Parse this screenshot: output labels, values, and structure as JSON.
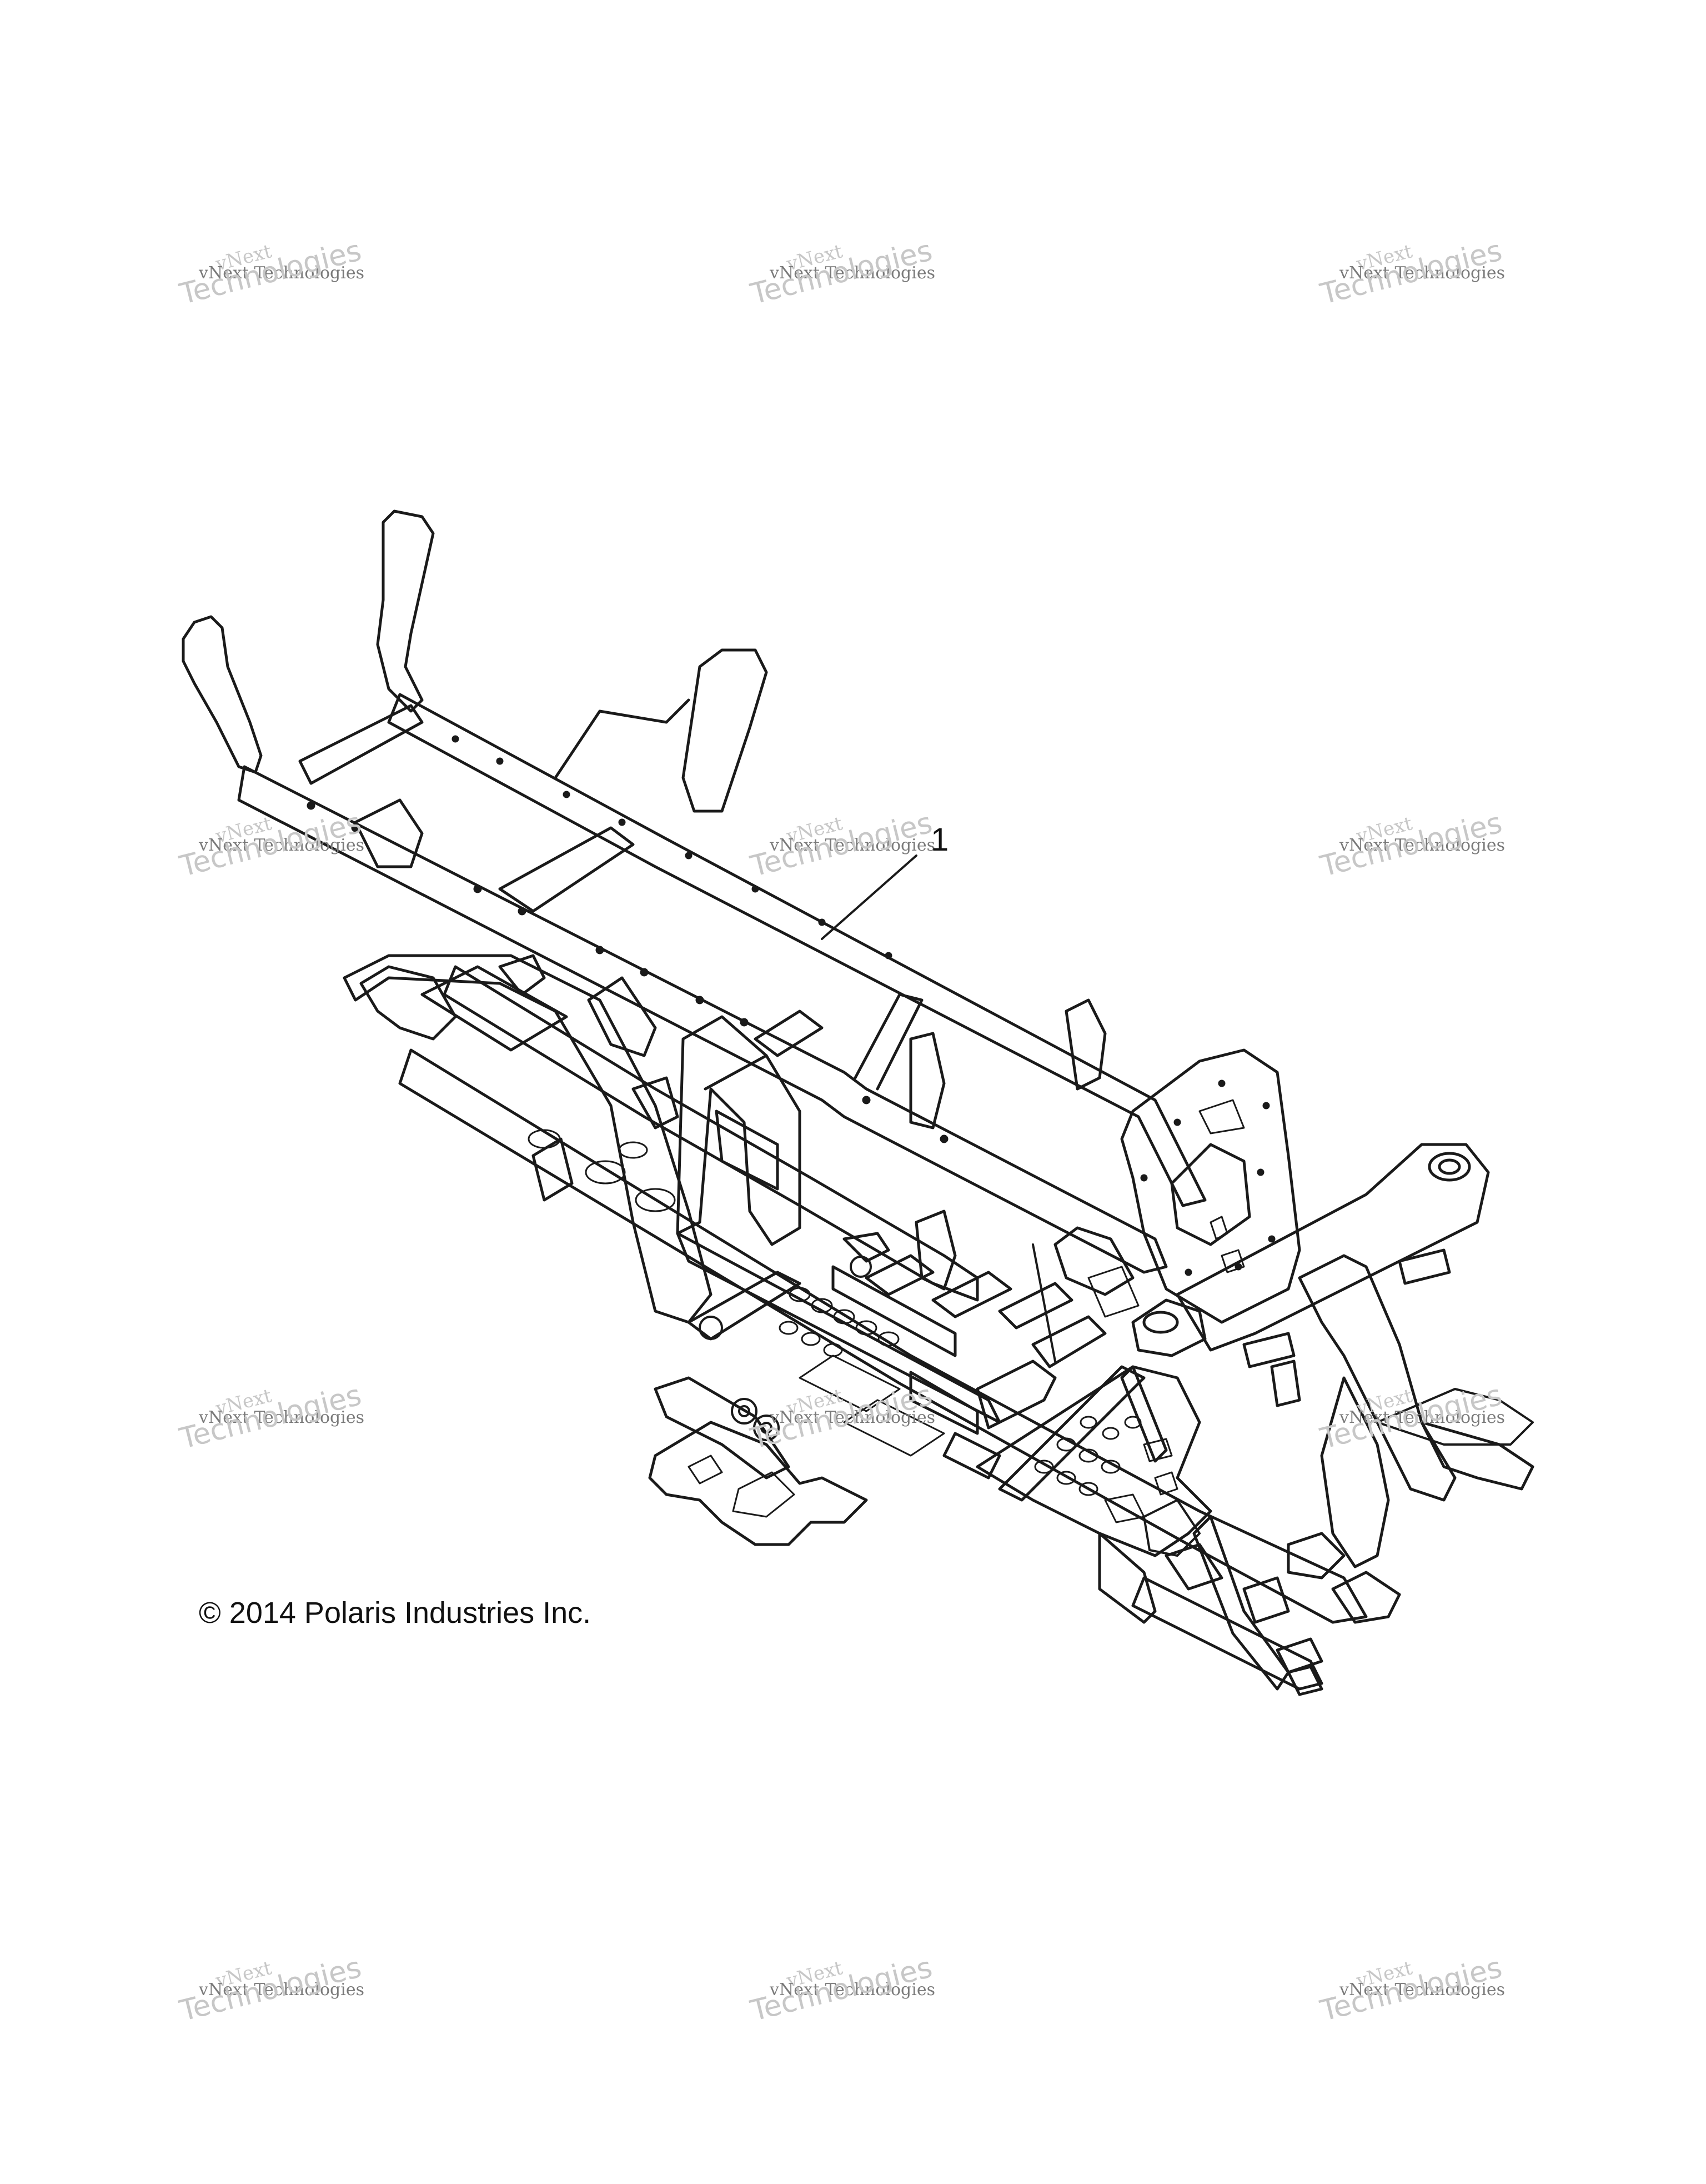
{
  "watermark": {
    "line1": "vNext",
    "line2": "vNext Technologies",
    "line3": "Technologies"
  },
  "callouts": [
    {
      "label": "1"
    }
  ],
  "copyright": "© 2014 Polaris Industries Inc.",
  "colors": {
    "line": "#1a1a1a",
    "watermark": "#c7c7c7",
    "background": "#ffffff"
  }
}
